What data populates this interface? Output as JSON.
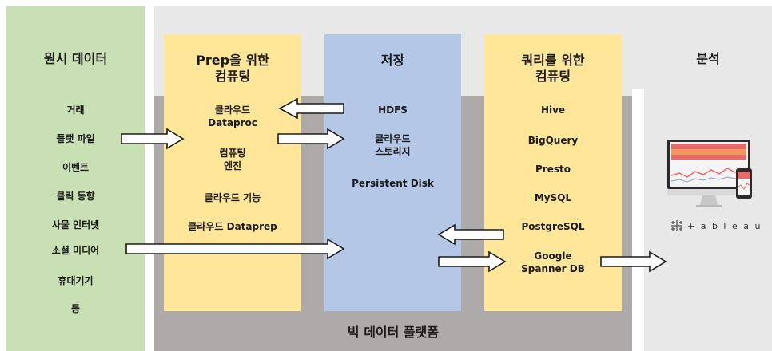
{
  "raw": {
    "title": "원시 데이터",
    "items": [
      "거래",
      "플랫 파일",
      "이벤트",
      "클릭 동향",
      "사물 인터넷",
      "소셜 미디어",
      "휴대기기",
      "등"
    ]
  },
  "prep": {
    "title": "Prep을 위한\n컴퓨팅",
    "items": [
      "클라우드\nDataproc",
      "컴퓨팅\n엔진",
      "클라우드 기능",
      "클라우드 Dataprep"
    ]
  },
  "storage": {
    "title": "저장",
    "items": [
      "HDFS",
      "클라우드\n스토리지",
      "Persistent Disk"
    ]
  },
  "query": {
    "title": "쿼리를 위한\n컴퓨팅",
    "items": [
      "Hive",
      "BigQuery",
      "Presto",
      "MySQL",
      "PostgreSQL",
      "Google\nSpanner DB"
    ]
  },
  "analysis": {
    "title": "분석",
    "logo_text": "+ a b l e a u",
    "logo_icon": "tableau-logo-icon",
    "device_icon": "monitor-and-phone-icon"
  },
  "platform": {
    "title": "빅 데이터 플랫폼"
  },
  "colors": {
    "raw_bg": "#c8e0b4",
    "compute_bg": "#ffe699",
    "storage_bg": "#b4c7e7",
    "platform_bg": "#aeaaaa",
    "outer_bg": "#e8e8e8"
  }
}
